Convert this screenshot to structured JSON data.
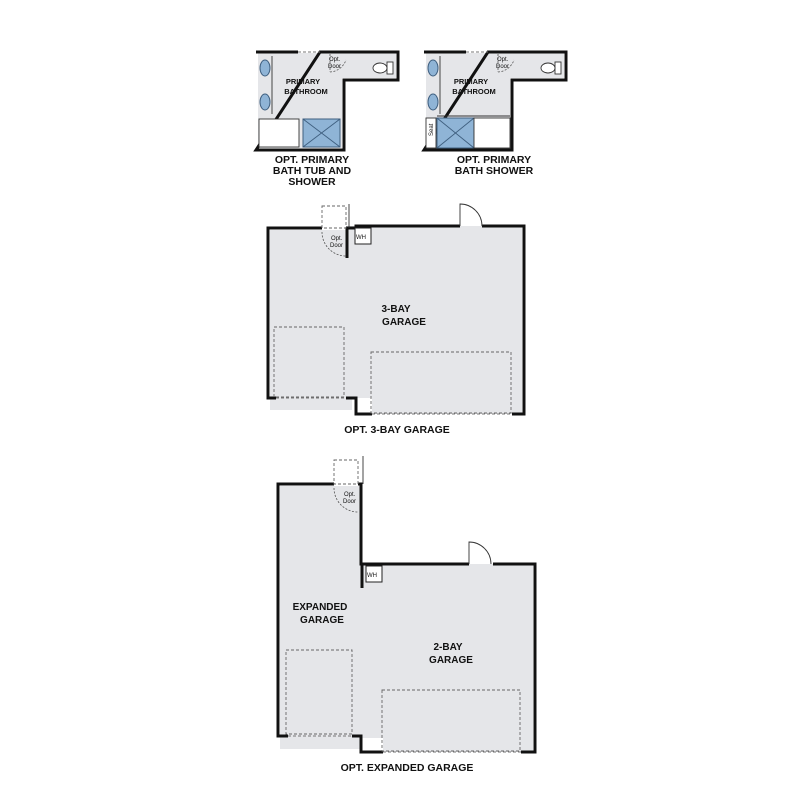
{
  "colors": {
    "wall": "#111111",
    "floor": "#e5e6e9",
    "fixture": "#8fb4d6",
    "fixture_stroke": "#3f5f7f"
  },
  "plans": {
    "tub_shower": {
      "room_label_1": "PRIMARY",
      "room_label_2": "BATHROOM",
      "door_label_1": "Opt.",
      "door_label_2": "Door",
      "caption_1": "OPT. PRIMARY",
      "caption_2": "BATH TUB AND",
      "caption_3": "SHOWER"
    },
    "shower": {
      "room_label_1": "PRIMARY",
      "room_label_2": "BATHROOM",
      "door_label_1": "Opt.",
      "door_label_2": "Door",
      "seat_label": "Seat",
      "caption_1": "OPT. PRIMARY",
      "caption_2": "BATH SHOWER"
    },
    "three_bay": {
      "room_label_1": "3-BAY",
      "room_label_2": "GARAGE",
      "door_label_1": "Opt.",
      "door_label_2": "Door",
      "wh_label": "WH",
      "caption": "OPT. 3-BAY GARAGE"
    },
    "expanded": {
      "left_label_1": "EXPANDED",
      "left_label_2": "GARAGE",
      "right_label_1": "2-BAY",
      "right_label_2": "GARAGE",
      "door_label_1": "Opt.",
      "door_label_2": "Door",
      "wh_label": "WH",
      "caption": "OPT. EXPANDED GARAGE"
    }
  }
}
